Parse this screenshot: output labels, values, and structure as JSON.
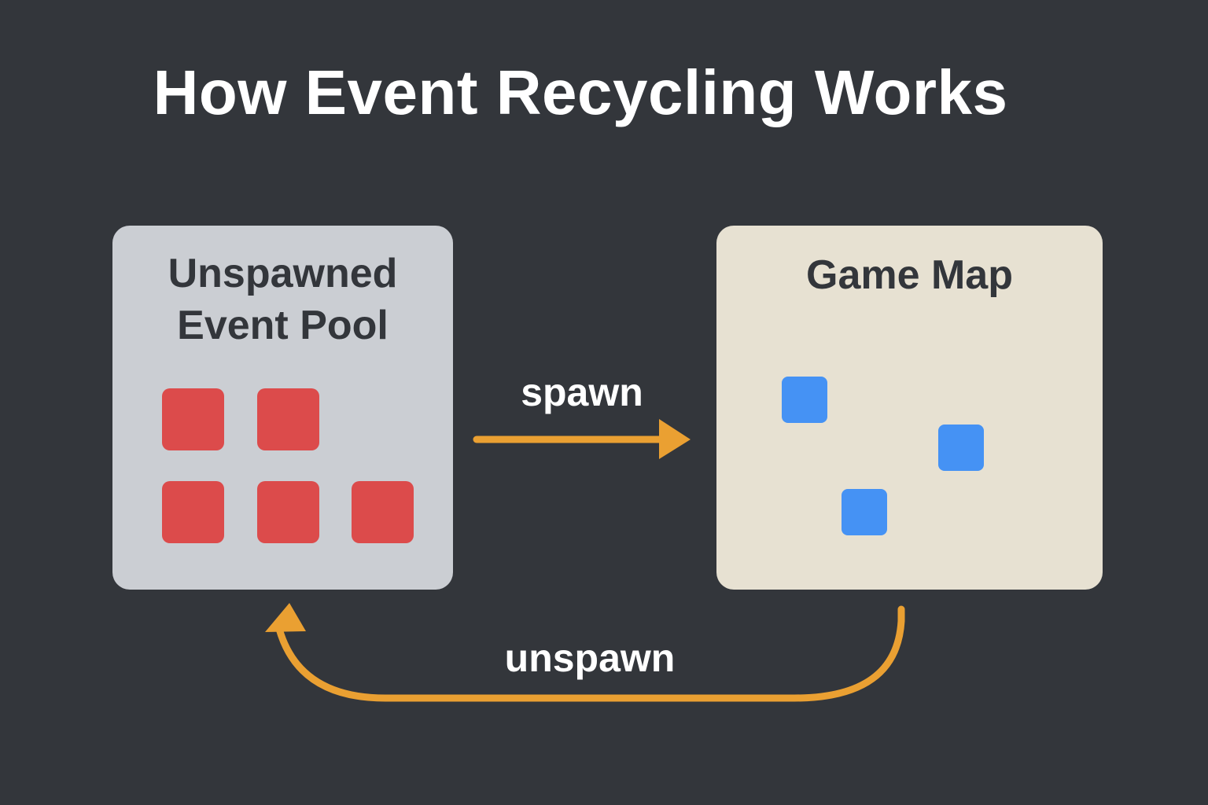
{
  "title": "How Event Recycling Works",
  "colors": {
    "background": "#33363b",
    "pool_box": "#cbced3",
    "map_box": "#e7e1d2",
    "unspawned_event": "#dc4b4b",
    "spawned_event": "#4592f4",
    "arrow": "#eaa032",
    "text_light": "#ffffff",
    "text_dark": "#33363b"
  },
  "pool": {
    "title_line1": "Unspawned",
    "title_line2": "Event Pool",
    "event_count": 5
  },
  "map": {
    "title": "Game Map",
    "event_count": 3
  },
  "arrows": {
    "spawn_label": "spawn",
    "unspawn_label": "unspawn"
  }
}
